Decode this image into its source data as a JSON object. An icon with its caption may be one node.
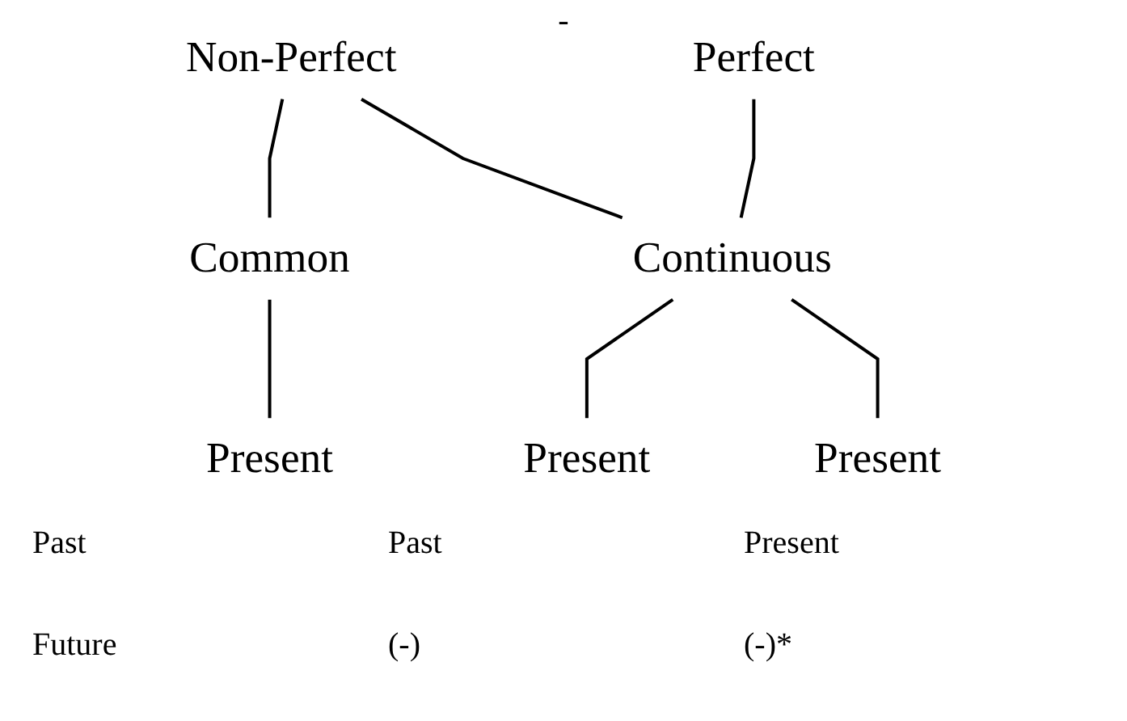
{
  "diagram": {
    "nodes": [
      {
        "text": [
          "Non-Perfect"
        ]
      },
      {
        "text": [
          "Perfect"
        ]
      },
      {
        "text": [
          "Common"
        ]
      },
      {
        "text": [
          "Continuous"
        ]
      },
      {
        "text": [
          "Present"
        ]
      },
      {
        "text": [
          "Present"
        ]
      },
      {
        "text": [
          "Present"
        ]
      }
    ],
    "edges": [
      {
        "from": 0,
        "to": 2,
        "arrow": "none"
      },
      {
        "from": 0,
        "to": 3,
        "arrow": "none"
      },
      {
        "from": 1,
        "to": 3,
        "arrow": "none"
      },
      {
        "from": 2,
        "to": 4,
        "arrow": "none"
      },
      {
        "from": 3,
        "to": 5,
        "arrow": "none"
      },
      {
        "from": 3,
        "to": 6,
        "arrow": "none"
      }
    ],
    "labels": [
      "-",
      "Past",
      "Past",
      "Present",
      "Future",
      "(-)",
      "(-)*"
    ]
  }
}
